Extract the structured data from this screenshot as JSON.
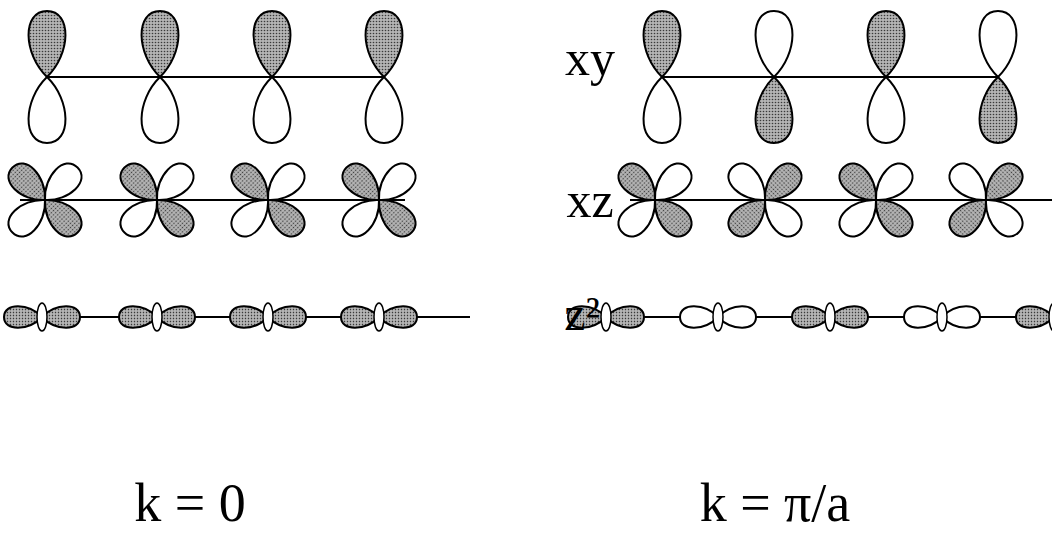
{
  "diagram": {
    "labels": [
      "xy",
      "xz",
      "z²",
      "k = 0",
      "k = π/a"
    ]
  }
}
